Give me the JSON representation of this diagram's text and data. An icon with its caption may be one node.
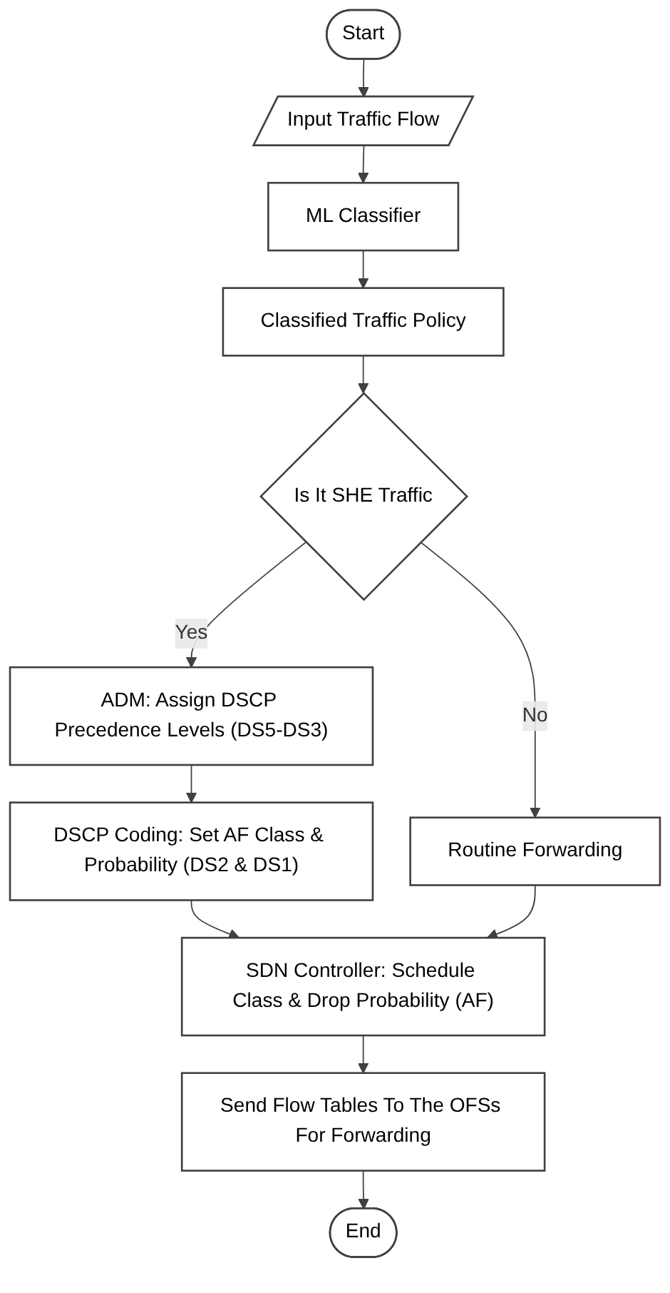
{
  "diagram": {
    "nodes": [
      {
        "text": [
          "Start"
        ]
      },
      {
        "text": [
          "Input Traffic Flow"
        ]
      },
      {
        "text": [
          "ML Classifier"
        ]
      },
      {
        "text": [
          "Classified Traffic Policy"
        ]
      },
      {
        "text": [
          "Is It SHE Traffic"
        ]
      },
      {
        "text": [
          "ADM: Assign DSCP Precedence Levels (DS5-DS3)"
        ]
      },
      {
        "text": [
          "DSCP Coding: Set AF Class & Probability (DS2 & DS1)"
        ]
      },
      {
        "text": [
          "Routine Forwarding"
        ]
      },
      {
        "text": [
          "SDN Controller: Schedule Class & Drop Probability (AF)"
        ]
      },
      {
        "text": [
          "Send Flow Tables To The OFSs For Forwarding"
        ]
      },
      {
        "text": [
          "End"
        ]
      }
    ],
    "edges": [
      {
        "from": 0,
        "to": 1,
        "arrow": "to"
      },
      {
        "from": 1,
        "to": 2,
        "arrow": "to"
      },
      {
        "from": 2,
        "to": 3,
        "arrow": "to"
      },
      {
        "from": 3,
        "to": 4,
        "arrow": "to"
      },
      {
        "from": 4,
        "to": 5,
        "arrow": "to",
        "label": "Yes"
      },
      {
        "from": 4,
        "to": 7,
        "arrow": "to",
        "label": "No"
      },
      {
        "from": 5,
        "to": 6,
        "arrow": "to"
      },
      {
        "from": 6,
        "to": 8,
        "arrow": "to"
      },
      {
        "from": 7,
        "to": 8,
        "arrow": "to"
      },
      {
        "from": 8,
        "to": 9,
        "arrow": "to"
      },
      {
        "from": 9,
        "to": 10,
        "arrow": "to"
      }
    ]
  }
}
